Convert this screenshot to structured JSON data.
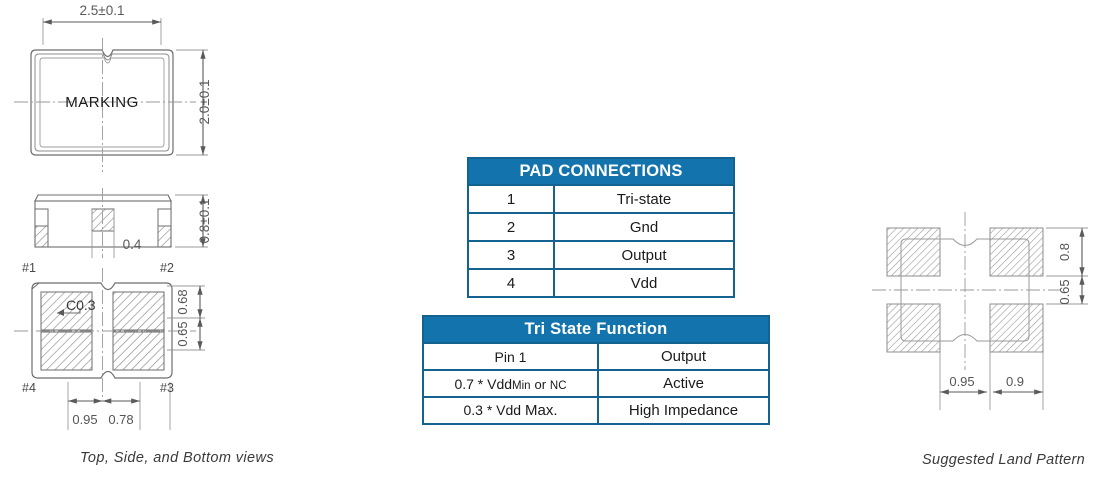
{
  "package_drawing": {
    "top_view": {
      "marking_label": "MARKING",
      "width_dim": "2.5±0.1",
      "height_dim": "2.0±0.1"
    },
    "side_view": {
      "height_dim": "0.8±0.1",
      "center_pad_dim": "0.4"
    },
    "bottom_view": {
      "pin_labels": [
        "#1",
        "#2",
        "#3",
        "#4"
      ],
      "chamfer_note": "C0.3",
      "vertical_dims": [
        "0.68",
        "0.65"
      ],
      "horizontal_dims": [
        "0.95",
        "0.78"
      ]
    },
    "caption": "Top, Side, and  Bottom  views"
  },
  "land_pattern": {
    "vertical_dims": [
      "0.8",
      "0.65"
    ],
    "horizontal_dims": [
      "0.95",
      "0.9"
    ],
    "caption": "Suggested Land Pattern"
  },
  "pad_connections_table": {
    "title": "PAD CONNECTIONS",
    "rows": [
      {
        "pad": "1",
        "function": "Tri-state"
      },
      {
        "pad": "2",
        "function": "Gnd"
      },
      {
        "pad": "3",
        "function": "Output"
      },
      {
        "pad": "4",
        "function": "Vdd"
      }
    ]
  },
  "tri_state_table": {
    "title": "Tri State Function",
    "header": {
      "condition": "Pin 1",
      "result": "Output"
    },
    "rows": [
      {
        "condition_parts": {
          "value": "0.7 * Vdd",
          "qualifier": "Min",
          "conjunction": "or",
          "alt": "NC"
        },
        "result": "Active"
      },
      {
        "condition_parts": {
          "value": "0.3 * Vdd",
          "qualifier": "Max."
        },
        "result": "High Impedance"
      }
    ]
  },
  "colors": {
    "table_header_blue": "#1273ad",
    "table_border_blue": "#13628f",
    "line_gray": "#6d6d6d",
    "hatch_gray": "#8c8c8c"
  }
}
